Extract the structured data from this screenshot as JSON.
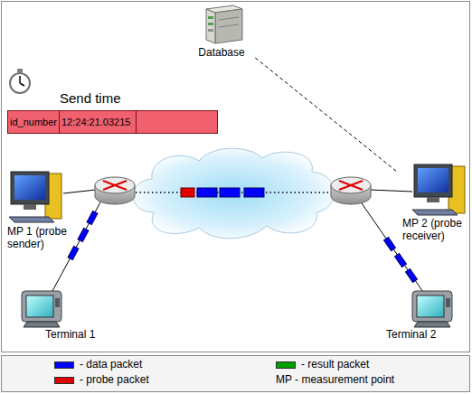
{
  "diagram": {
    "nodes": [
      {
        "text": [
          "Database"
        ]
      },
      {
        "text": [
          "Send time",
          "id_number",
          "12:24:21.03215"
        ]
      },
      {
        "text": [
          "MP 1 (probe sender)"
        ]
      },
      {
        "text": [
          "MP 2 (probe receiver)"
        ]
      },
      {
        "text": [
          "Terminal 1"
        ]
      },
      {
        "text": [
          "Terminal 2"
        ]
      }
    ],
    "edges": [
      {
        "from": 0,
        "to": 3,
        "arrow": "none"
      }
    ],
    "legend": [
      {
        "text": "- data packet",
        "color": "#0000ff"
      },
      {
        "text": "- probe packet",
        "color": "#e00000"
      },
      {
        "text": "- result packet",
        "color": "#00a000"
      },
      {
        "text": "MP - measurement point"
      }
    ]
  }
}
